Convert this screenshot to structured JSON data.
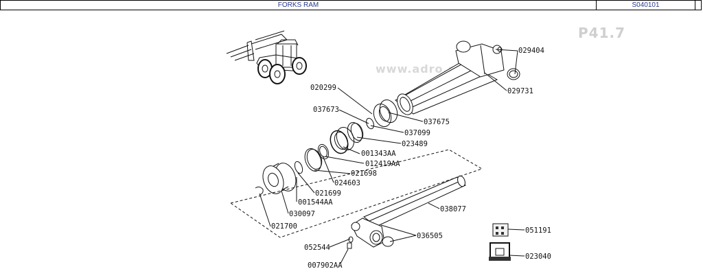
{
  "header": {
    "title": "FORKS RAM",
    "code": "S040101"
  },
  "page_code": "P41.7",
  "watermark": "www.adro.cz",
  "parts": [
    "029404",
    "029731",
    "020299",
    "037673",
    "037675",
    "037099",
    "023489",
    "001343AA",
    "012419AA",
    "021698",
    "024603",
    "021699",
    "001544AA",
    "030097",
    "021700",
    "038077",
    "036505",
    "052544",
    "007902AA",
    "051191",
    "023040"
  ]
}
